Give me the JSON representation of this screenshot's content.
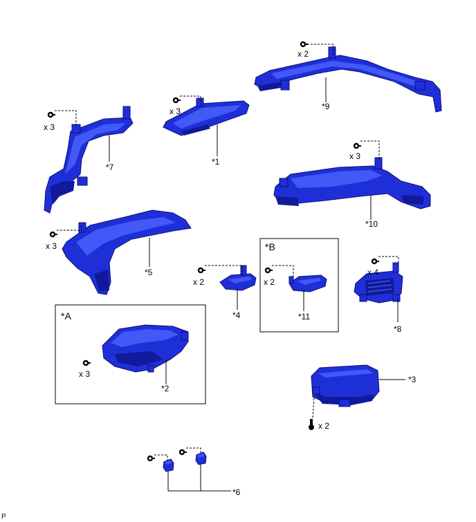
{
  "parts": [
    {
      "id": "part-1",
      "label": "*1",
      "qty": "x 3"
    },
    {
      "id": "part-2",
      "label": "*2",
      "qty": "x 3"
    },
    {
      "id": "part-3",
      "label": "*3",
      "qty": "x 2"
    },
    {
      "id": "part-4",
      "label": "*4",
      "qty": "x 2"
    },
    {
      "id": "part-5",
      "label": "*5",
      "qty": "x 3"
    },
    {
      "id": "part-6",
      "label": "*6",
      "qty": ""
    },
    {
      "id": "part-7",
      "label": "*7",
      "qty": "x 3"
    },
    {
      "id": "part-8",
      "label": "*8",
      "qty": "x 4"
    },
    {
      "id": "part-9",
      "label": "*9",
      "qty": "x 2"
    },
    {
      "id": "part-10",
      "label": "*10",
      "qty": "x 3"
    },
    {
      "id": "part-11",
      "label": "*11",
      "qty": "x 2"
    }
  ],
  "boxes": {
    "a": "*A",
    "b": "*B"
  },
  "corner_code": "P",
  "colors": {
    "part_fill": "#1f2fd8",
    "part_highlight": "#4b63ff",
    "part_shadow": "#101a9a"
  },
  "icons": {
    "clip": "clip-icon",
    "bolt": "bolt-icon"
  }
}
